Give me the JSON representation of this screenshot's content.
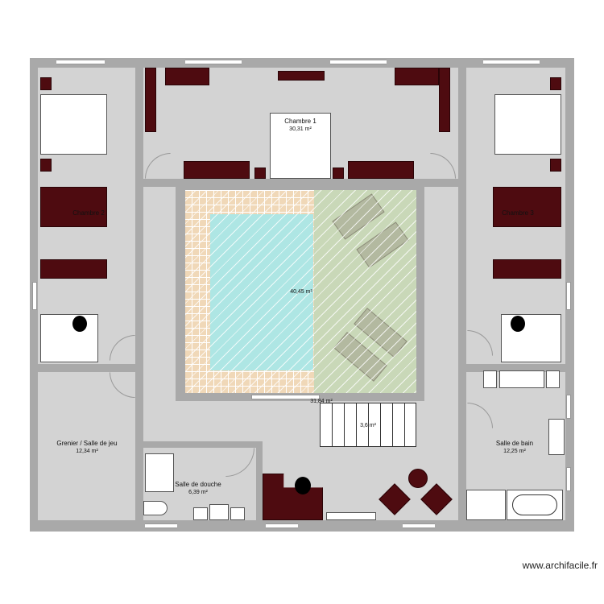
{
  "rooms": {
    "chambre1": {
      "name": "Chambre 1",
      "area": "30,31 m²"
    },
    "chambre2": {
      "name": "Chambre 2"
    },
    "chambre3": {
      "name": "Chambre 3"
    },
    "patio": {
      "area": "40,45 m²"
    },
    "hall": {
      "area": "31,84 m²"
    },
    "stairs": {
      "area": "3,6 m²"
    },
    "grenier": {
      "name": "Grenier / Salle de jeu",
      "area": "12,34 m²"
    },
    "douche": {
      "name": "Salle de douche",
      "area": "6,39 m²"
    },
    "bain": {
      "name": "Salle de bain",
      "area": "12,25 m²"
    }
  },
  "watermark": "www.archifacile.fr",
  "colors": {
    "wall": "#a9a9a9",
    "floor": "#d3d3d3",
    "furniture": "#4e0b10",
    "pool": "#aee6e4"
  }
}
